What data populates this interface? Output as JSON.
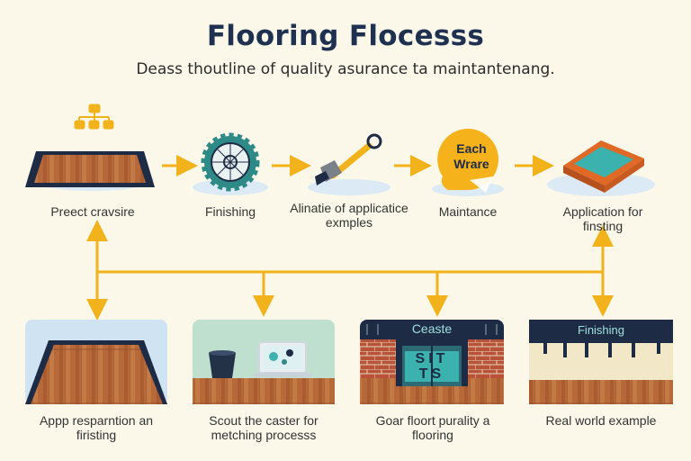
{
  "title": "Flooring Flocesss",
  "subtitle": "Deass thoutline of quality asurance ta maintantenang.",
  "steps": [
    {
      "label": "Preect cravsire",
      "icon": "wood-floor-icon"
    },
    {
      "label": "Finishing",
      "icon": "gear-icon"
    },
    {
      "label": "Alinatie of applicatice exmples",
      "icon": "paint-brush-icon"
    },
    {
      "label": "Maintance",
      "icon": "badge-icon",
      "badge_text": "Each Wrare"
    },
    {
      "label": "Application for finsting",
      "icon": "tile-icon"
    }
  ],
  "examples": [
    {
      "label": "Appp resparntion an firisting"
    },
    {
      "label": "Scout the caster for metching processs"
    },
    {
      "label": "Goar floort purality a flooring",
      "sign_text": "Ceaste",
      "door_text": "SIT TS"
    },
    {
      "label": "Real world example",
      "sign_text": "Finishing"
    }
  ],
  "colors": {
    "background": "#fbf8ea",
    "title": "#1f3150",
    "arrow": "#f2b21b",
    "wood": "#b86a35",
    "navy": "#1d2b45"
  }
}
